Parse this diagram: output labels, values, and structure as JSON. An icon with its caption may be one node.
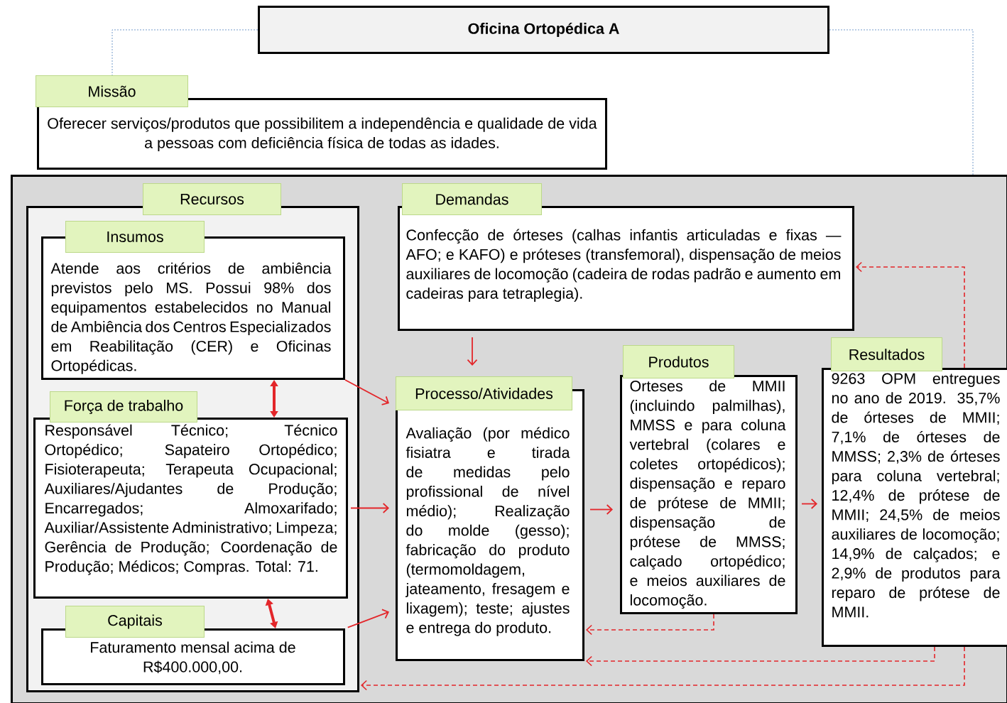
{
  "diagram": {
    "nodes": [
      {
        "text": [
          "Oficina Ortopédica A"
        ]
      },
      {
        "text": [
          "Missão",
          "Oferecer serviços/produtos que possibilitem a independência e qualidade de vida a pessoas com deficiência física de todas as idades."
        ]
      },
      {
        "text": [],
        "shape": "box"
      },
      {
        "text": [
          "Recursos"
        ],
        "in": 2
      },
      {
        "text": [
          "Insumos",
          "Atende aos critérios de ambiência previstos pelo MS. Possui 98% dos equipamentos estabelecidos no Manual de Ambiência dos Centros Especializados em Reabilitação (CER) e Oficinas Ortopédicas."
        ],
        "in": 3
      },
      {
        "text": [
          "Força de trabalho",
          "Responsável Técnico; Técnico Ortopédico; Sapateiro Ortopédico; Fisioterapeuta; Terapeuta Ocupacional; Auxiliares/Ajudantes de Produção; Encarregados; Almoxarifado; Auxiliar/Assistente Administrativo; Limpeza; Gerência de Produção; Coordenação de Produção; Médicos; Compras. Total: 71."
        ],
        "in": 3
      },
      {
        "text": [
          "Capitais",
          "Faturamento mensal acima de R$400.000,00."
        ],
        "in": 3
      },
      {
        "text": [
          "Demandas",
          "Confecção de órteses (calhas infantis articuladas e fixas — AFO; e KAFO) e próteses (transfemoral), dispensação de meios auxiliares de locomoção (cadeira de rodas padrão e aumento em cadeiras para tetraplegia)."
        ],
        "in": 2
      },
      {
        "text": [
          "Processo/Atividades",
          "Avaliação (por médico fisiatra e tirada de medidas pelo profissional de nível médio); Realização do molde (gesso); fabricação do produto (termomoldagem, jateamento, fresagem e lixagem); teste; ajustes e entrega do produto."
        ],
        "in": 2
      },
      {
        "text": [
          "Produtos",
          "Orteses de MMII (incluindo palmilhas), MMSS e para coluna vertebral (colares e coletes ortopédicos); dispensação e reparo de prótese de MMII; dispensação de prótese de MMSS; calçado ortopédico; e meios auxiliares de locomoção."
        ],
        "in": 2
      },
      {
        "text": [
          "Resultados",
          "9263 OPM entregues no ano de 2019. 35,7% de órteses de MMII; 7,1% de órteses de MMSS; 2,3% de órteses para coluna vertebral; 12,4% de prótese de MMII; 24,5% de meios auxiliares de locomoção; 14,9% de calçados; e 2,9% de produtos para reparo de prótese de MMII."
        ],
        "in": 2
      }
    ],
    "edges": [
      {
        "from": 0,
        "to": 1,
        "arrow": "none",
        "style": "dashed",
        "color": "#4f81bd"
      },
      {
        "from": 0,
        "to": 2,
        "arrow": "none",
        "style": "dashed",
        "color": "#4f81bd"
      },
      {
        "from": 4,
        "to": 8,
        "arrow": "to"
      },
      {
        "from": 5,
        "to": 8,
        "arrow": "to"
      },
      {
        "from": 6,
        "to": 8,
        "arrow": "to"
      },
      {
        "from": 4,
        "to": 5,
        "arrow": "both",
        "style": "thick"
      },
      {
        "from": 5,
        "to": 6,
        "arrow": "both",
        "style": "thick"
      },
      {
        "from": 7,
        "to": 8,
        "arrow": "to"
      },
      {
        "from": 8,
        "to": 9,
        "arrow": "to"
      },
      {
        "from": 9,
        "to": 10,
        "arrow": "to"
      },
      {
        "from": 10,
        "to": 7,
        "arrow": "to",
        "style": "dashed"
      },
      {
        "from": 9,
        "to": 8,
        "arrow": "to",
        "style": "dashed"
      },
      {
        "from": 10,
        "to": 8,
        "arrow": "to",
        "style": "dashed"
      },
      {
        "from": 10,
        "to": 3,
        "arrow": "to",
        "style": "dashed"
      }
    ]
  }
}
